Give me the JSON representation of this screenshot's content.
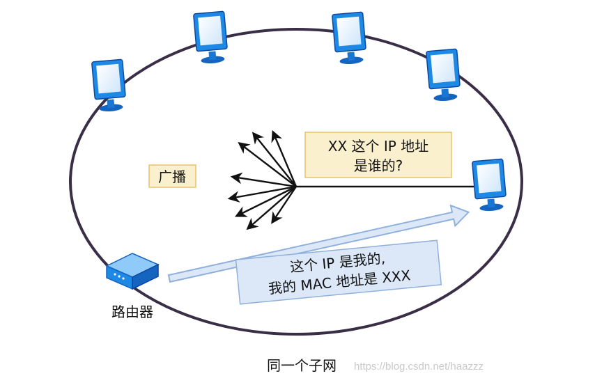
{
  "broadcast_label": "广播",
  "query_bubble": {
    "line1": "XX 这个 IP 地址",
    "line2": "是谁的?"
  },
  "reply_bubble": {
    "line1": "这个 IP 是我的,",
    "line2": "我的 MAC 地址是 XXX"
  },
  "router_label": "路由器",
  "subnet_label": "同一个子网",
  "watermark": "https://blog.csdn.net/haazzz",
  "colors": {
    "ellipse": "#3a2e46",
    "note_fill": "#fbf0cd",
    "note_stroke": "#e8c36a",
    "reply_fill": "#dce8f8",
    "reply_stroke": "#8fb0dc",
    "monitor": "#1e88e5",
    "router": "#1e88e5"
  },
  "icons": [
    "monitor-icon",
    "router-icon",
    "broadcast-arrows-icon",
    "reply-arrow-icon"
  ]
}
